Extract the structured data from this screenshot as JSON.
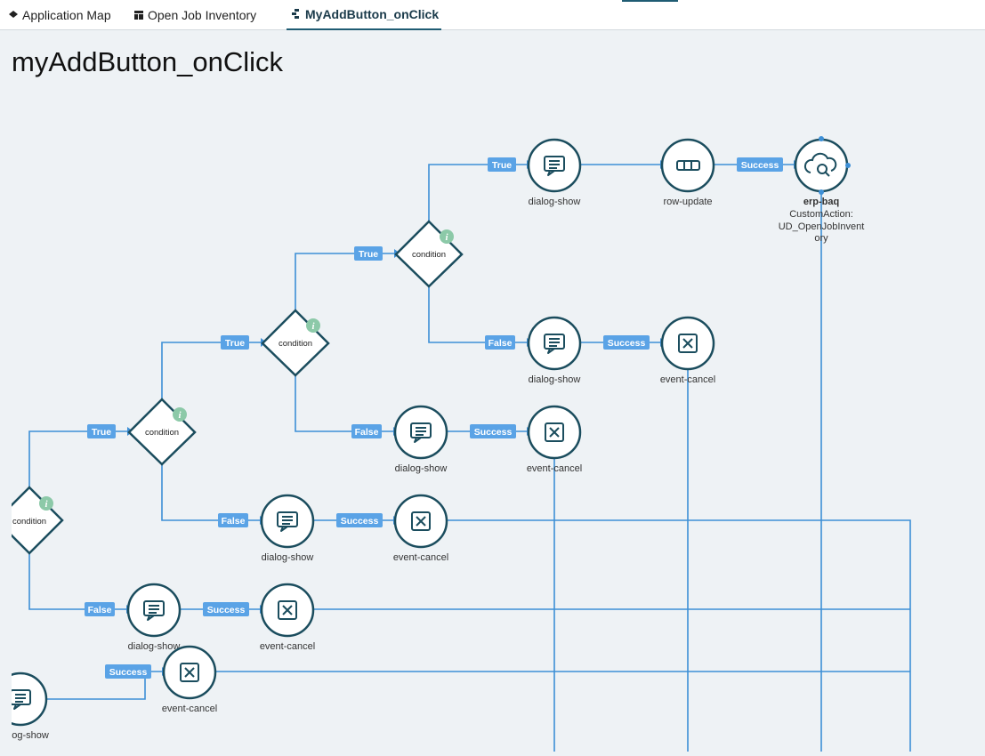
{
  "tabs": [
    {
      "label": "Application Map",
      "icon": "layers-icon"
    },
    {
      "label": "Open Job Inventory",
      "icon": "layout-icon"
    },
    {
      "label": "MyAddButton_onClick",
      "icon": "event-flow-icon"
    }
  ],
  "page_title": "myAddButton_onClick",
  "flow": {
    "conditions": [
      {
        "label": "condition",
        "info_icon": "info-icon"
      },
      {
        "label": "condition",
        "info_icon": "info-icon"
      },
      {
        "label": "condition",
        "info_icon": "info-icon"
      },
      {
        "label": "condition",
        "info_icon": "info-icon"
      }
    ],
    "nodes": {
      "dialog_show_top": "dialog-show",
      "row_update": "row-update",
      "erp_baq": "erp-baq",
      "erp_baq_desc_1": "CustomAction:",
      "erp_baq_desc_2": "UD_OpenJobInvent",
      "erp_baq_desc_3": "ory",
      "dialog_show_2": "dialog-show",
      "event_cancel_2": "event-cancel",
      "dialog_show_3": "dialog-show",
      "event_cancel_3": "event-cancel",
      "dialog_show_4": "dialog-show",
      "event_cancel_4": "event-cancel",
      "dialog_show_5": "dialog-show",
      "event_cancel_5": "event-cancel",
      "event_cancel_6": "event-cancel",
      "dialog_show_6": "og-show"
    },
    "edges": {
      "true": "True",
      "false": "False",
      "success": "Success"
    }
  },
  "colors": {
    "line": "#3d8fd6",
    "badge": "#5aa3e6",
    "node_stroke": "#1b4d5e",
    "info": "#8cc9a8"
  }
}
